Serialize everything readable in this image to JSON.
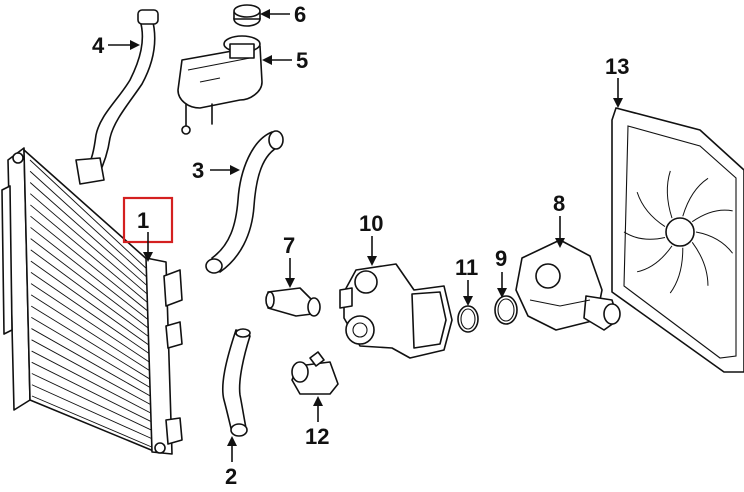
{
  "diagram": {
    "callouts": [
      {
        "id": "1",
        "label": "1",
        "highlighted": true
      },
      {
        "id": "2",
        "label": "2"
      },
      {
        "id": "3",
        "label": "3"
      },
      {
        "id": "4",
        "label": "4"
      },
      {
        "id": "5",
        "label": "5"
      },
      {
        "id": "6",
        "label": "6"
      },
      {
        "id": "7",
        "label": "7"
      },
      {
        "id": "8",
        "label": "8"
      },
      {
        "id": "9",
        "label": "9"
      },
      {
        "id": "10",
        "label": "10"
      },
      {
        "id": "11",
        "label": "11"
      },
      {
        "id": "12",
        "label": "12"
      },
      {
        "id": "13",
        "label": "13"
      }
    ],
    "highlight_color": "#d42020",
    "line_color": "#111111"
  }
}
